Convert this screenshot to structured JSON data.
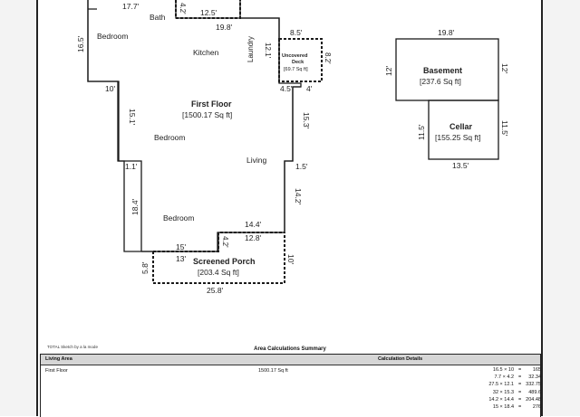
{
  "floor_plan": {
    "first_floor": {
      "title": "First Floor",
      "area": "[1500.17 Sq ft]",
      "rooms": {
        "bath": "Bath",
        "bedroom_top": "Bedroom",
        "kitchen": "Kitchen",
        "laundry": "Laundry",
        "bedroom_mid": "Bedroom",
        "living": "Living",
        "bedroom_bottom": "Bedroom"
      },
      "dimensions": {
        "d_17_7": "17.7'",
        "d_4_2_top": "4.2'",
        "d_12_5": "12.5'",
        "d_19_8_top": "19.8'",
        "d_16_5": "16.5'",
        "d_12_1": "12.1'",
        "d_10_left": "10'",
        "d_15_1": "15.1'",
        "d_1_1": "1.1'",
        "d_18_4": "18.4'",
        "d_4_5": "4.5'",
        "d_4": "4'",
        "d_15_3": "15.3'",
        "d_1_5": "1.5'",
        "d_14_2": "14.2'",
        "d_14_4": "14.4'",
        "d_12_8": "12.8'",
        "d_4_2_bottom": "4.2'",
        "d_15": "15'"
      }
    },
    "deck": {
      "title": "Uncovered Deck",
      "area": "[69.7 Sq ft]",
      "d_8_5": "8.5'",
      "d_8_2": "8.2'"
    },
    "porch": {
      "title": "Screened Porch",
      "area": "[203.4 Sq ft]",
      "d_13": "13'",
      "d_5_8": "5.8'",
      "d_10": "10'",
      "d_25_8": "25.8'"
    },
    "basement": {
      "title": "Basement",
      "area": "[237.6 Sq ft]",
      "d_19_8": "19.8'",
      "d_12_left": "12'",
      "d_12_right": "12'"
    },
    "cellar": {
      "title": "Cellar",
      "area": "[155.25 Sq ft]",
      "d_11_5_left": "11.5'",
      "d_11_5_right": "11.5'",
      "d_13_5": "13.5'"
    }
  },
  "sketch_note": "TOTAL Sketch by a la mode",
  "summary": {
    "title": "Area Calculations Summary",
    "col_left": "Living Area",
    "col_right": "Calculation Details",
    "row_name": "First Floor",
    "row_area": "1500.17 Sq ft",
    "calculations": [
      {
        "expr": "16.5 × 10",
        "eq": "=",
        "val": "165"
      },
      {
        "expr": "7.7 × 4.2",
        "eq": "=",
        "val": "32.34"
      },
      {
        "expr": "27.5 × 12.1",
        "eq": "=",
        "val": "332.75"
      },
      {
        "expr": "32 × 15.3",
        "eq": "=",
        "val": "489.6"
      },
      {
        "expr": "14.2 × 14.4",
        "eq": "=",
        "val": "204.48"
      },
      {
        "expr": "15 × 18.4",
        "eq": "=",
        "val": "276"
      }
    ]
  }
}
